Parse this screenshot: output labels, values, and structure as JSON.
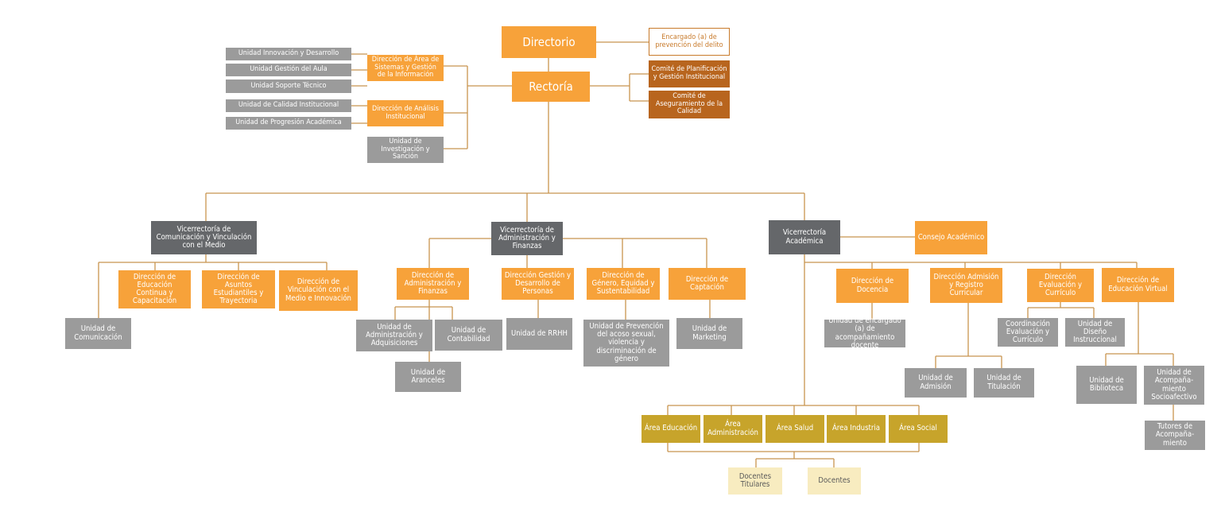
{
  "directorio": "Directorio",
  "rectoria": "Rectoría",
  "encargado_prevencion": "Encargado (a) de prevención del delito",
  "comite_planificacion": "Comité de Planificación y Gestión Institucional",
  "comite_aseguramiento": "Comité de Aseguramiento de la Calidad",
  "unidad_innovacion": "Unidad Innovación y Desarrollo",
  "unidad_gestion_aula": "Unidad Gestión del Aula",
  "unidad_soporte": "Unidad Soporte Técnico",
  "dir_sistemas": "Dirección de Área de Sistemas y Gestión de la Información",
  "unidad_calidad": "Unidad de Calidad Institucional",
  "unidad_progresion": "Unidad de Progresión Académica",
  "dir_analisis": "Dirección de Análisis Institucional",
  "unidad_investigacion": "Unidad de Investigación y Sanción",
  "vice_comunicacion": "Vicerrectoría de Comunicación y Vinculación con el Medio",
  "vice_administracion": "Vicerrectoría de Administración y Finanzas",
  "vice_academica": "Vicerrectoría Académica",
  "consejo_academico": "Consejo Académico",
  "dir_educacion_continua": "Dirección de Educación Continua y Capacitación",
  "dir_asuntos_estudiantiles": "Dirección de Asuntos Estudiantiles y Trayectoria",
  "dir_vinculacion": "Dirección de Vinculación con el Medio e Innovación",
  "unidad_comunicacion": "Unidad de Comunicación",
  "dir_admin_finanzas": "Dirección de Administración y Finanzas",
  "unidad_adquisiciones": "Unidad de Administración y Adquisiciones",
  "unidad_contabilidad": "Unidad de Contabilidad",
  "unidad_aranceles": "Unidad de Aranceles",
  "dir_gestion_personas": "Dirección Gestión y Desarrollo de Personas",
  "unidad_rrhh": "Unidad de RRHH",
  "dir_genero": "Dirección de Género, Equidad y Sustentabilidad",
  "unidad_prevencion_acoso": "Unidad de Prevención del acoso sexual, violencia y discriminación de género",
  "dir_captacion": "Dirección de Captación",
  "unidad_marketing": "Unidad de Marketing",
  "dir_docencia": "Dirección de Docencia",
  "unidad_acompanamiento_docente": "Unidad de encargado (a) de acompañamiento docente",
  "dir_admision": "Dirección Admisión y Registro Curricular",
  "unidad_admision": "Unidad de Admisión",
  "unidad_titulacion": "Unidad de Titulación",
  "dir_evaluacion": "Dirección Evaluación y Currículo",
  "coord_evaluacion": "Coordinación Evaluación y Currículo",
  "unidad_diseno": "Unidad de Diseño Instruccional",
  "dir_educacion_virtual": "Dirección de Educación Virtual",
  "unidad_biblioteca": "Unidad de Biblioteca",
  "unidad_socioafectivo": "Unidad de Acompaña-miento Socioafectivo",
  "tutores": "Tutores de Acompaña-miento",
  "area_educacion": "Área Educación",
  "area_administracion": "Área Administración",
  "area_salud": "Área Salud",
  "area_industria": "Área Industria",
  "area_social": "Área Social",
  "docentes_titulares": "Docentes Titulares",
  "docentes": "Docentes",
  "colors": {
    "orange": "#f7a23a",
    "gray": "#9b9b9b",
    "dark_gray": "#65676a",
    "brown": "#b8651e",
    "mustard": "#c7a42b",
    "cream": "#f8ecc0",
    "connector": "#c8944f"
  }
}
